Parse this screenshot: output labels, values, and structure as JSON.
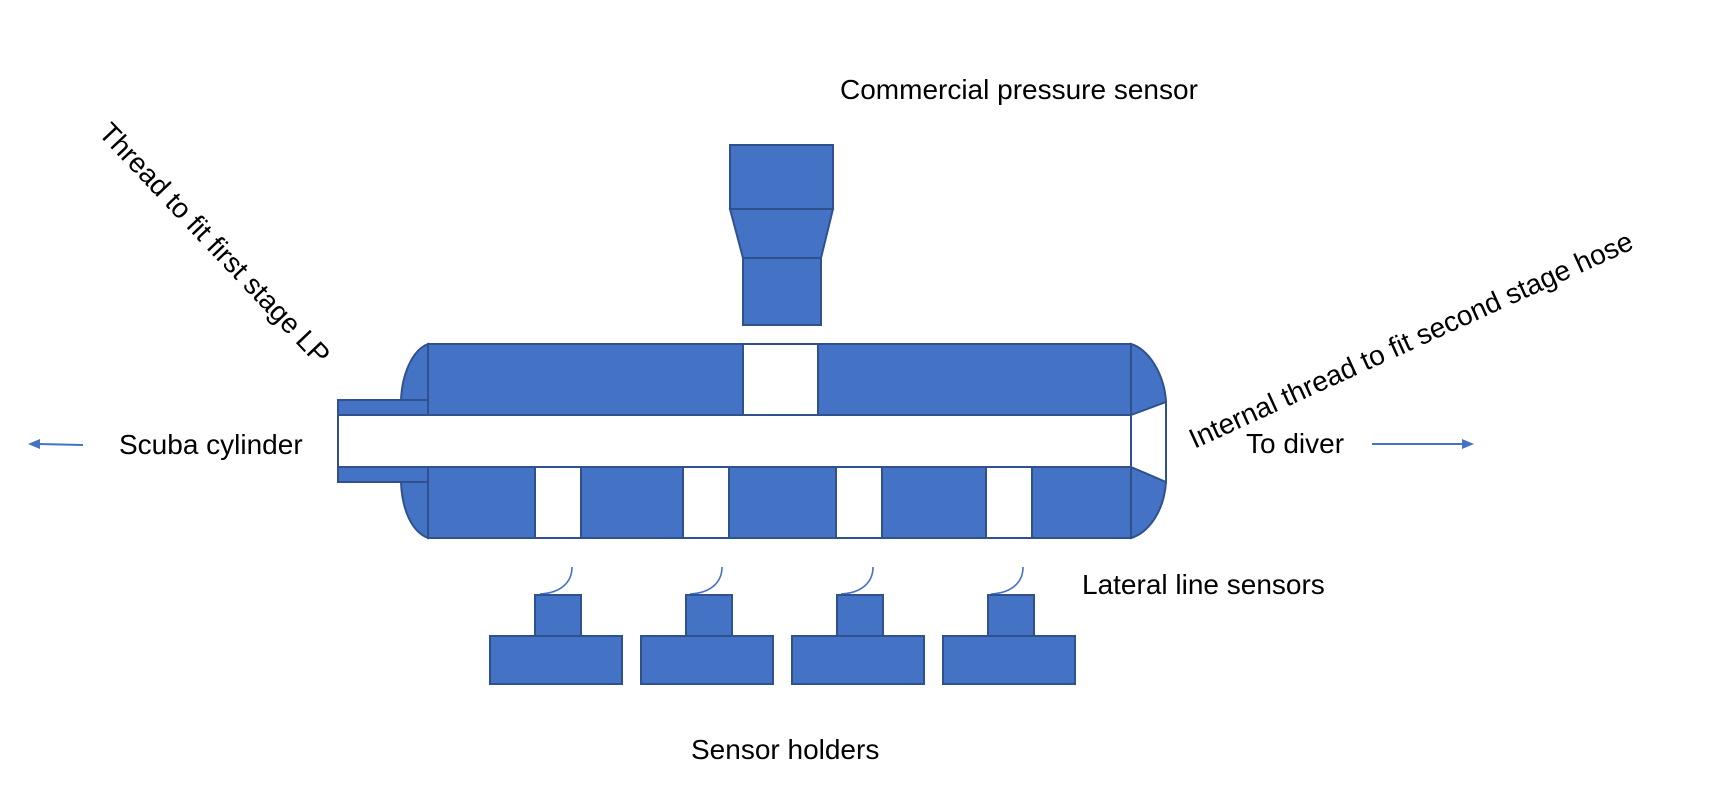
{
  "diagram": {
    "title": "Lateral line sensor housing for scuba regulator hose",
    "colors": {
      "part_fill": "#4472c4",
      "part_stroke": "#2f528f",
      "background": "#ffffff",
      "text": "#000000"
    },
    "labels": {
      "commercial_pressure_sensor": "Commercial pressure sensor",
      "thread_first_stage": "Thread to fit first stage LP",
      "internal_thread_second_stage": "Internal thread to fit second stage hose",
      "scuba_cylinder": "Scuba cylinder",
      "to_diver": "To diver",
      "lateral_line_sensors": "Lateral line sensors",
      "sensor_holders": "Sensor holders"
    },
    "components": {
      "main_body": "housing",
      "bore": "air passage",
      "inlet_fitting": "first stage LP fitting",
      "outlet_fitting": "second stage hose fitting",
      "pressure_sensor": "commercial pressure sensor",
      "pressure_port_count": 1,
      "lateral_port_count": 4,
      "lateral_sensor_count": 4,
      "sensor_holder_count": 4
    },
    "flow": {
      "left": "Scuba cylinder",
      "right": "To diver"
    }
  }
}
